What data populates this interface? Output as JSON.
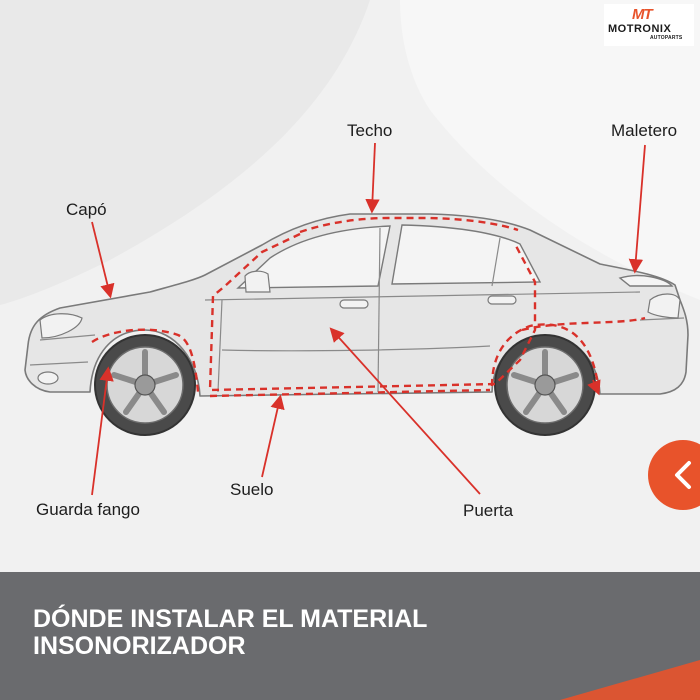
{
  "brand": {
    "logo_mark": "MT",
    "name": "MOTRONIX",
    "tagline": "AUTOPARTS",
    "accent_color": "#e8532b"
  },
  "diagram": {
    "labels": {
      "techo": "Techo",
      "maletero": "Maletero",
      "capo": "Capó",
      "guarda_fango": "Guarda fango",
      "suelo": "Suelo",
      "puerta": "Puerta"
    },
    "highlight_color": "#d9312a"
  },
  "banner": {
    "title_line1": "DÓNDE INSTALAR EL MATERIAL",
    "title_line2": "INSONORIZADOR"
  },
  "icons": {
    "side_tab": "chevron-left-icon"
  }
}
